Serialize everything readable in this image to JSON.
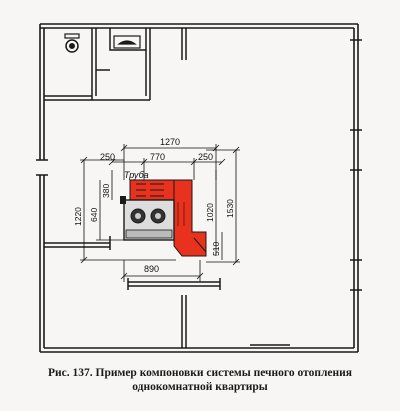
{
  "plan": {
    "label_pipe": "Труба",
    "dimensions": {
      "top_total": "1270",
      "top_left": "250",
      "top_mid": "770",
      "top_right": "250",
      "left_outer": "1220",
      "left_mid": "640",
      "left_top": "380",
      "right_inner": "1020",
      "right_outer": "1530",
      "right_bottom": "510",
      "bottom": "890"
    },
    "colors": {
      "wall": "#1a1a1a",
      "stove": "#e8321e",
      "dimension": "#111111"
    }
  },
  "caption": {
    "line1": "Рис. 137. Пример компоновки системы печного отопления",
    "line2": "однокомнатной квартиры"
  }
}
